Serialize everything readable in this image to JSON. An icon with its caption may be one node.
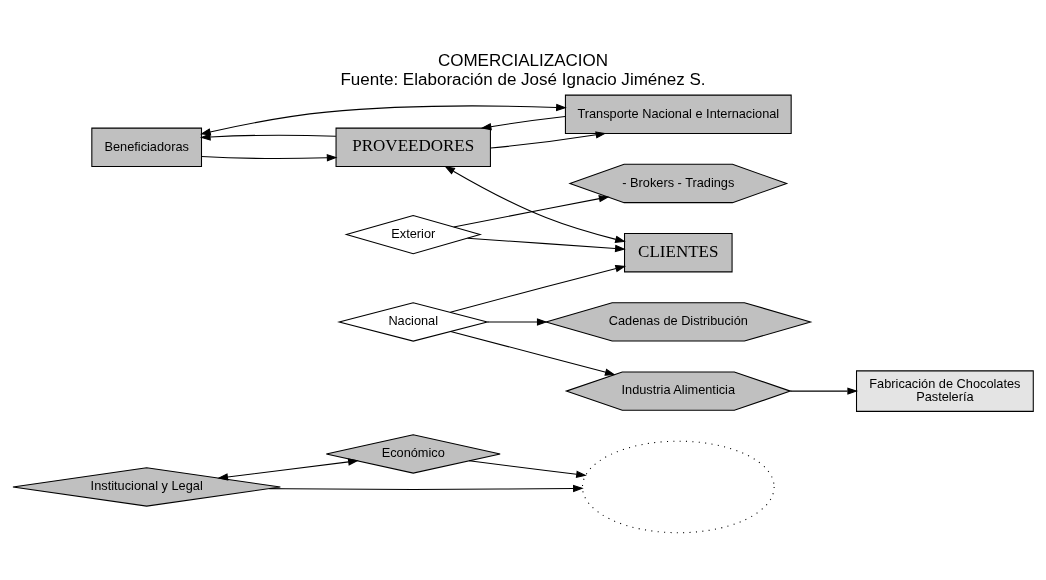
{
  "diagram": {
    "title": "COMERCIALIZACION",
    "caption": "Fuente: Elaboración de José Ignacio Jiménez S.",
    "nodes": [
      {
        "text": [
          "Institucional y Legal"
        ]
      },
      {
        "text": [
          "Económico"
        ]
      },
      {
        "text": [
          "Beneficiadoras"
        ]
      },
      {
        "text": [
          "PROVEEDORES"
        ]
      },
      {
        "text": [
          "CLIENTES"
        ]
      },
      {
        "text": [
          "Exterior"
        ]
      },
      {
        "text": [
          "- Brokers - Tradings"
        ]
      },
      {
        "text": [
          "Transporte Nacional e Internacional"
        ]
      },
      {
        "text": [
          "Nacional"
        ]
      },
      {
        "text": [
          "Industria Alimenticia"
        ]
      },
      {
        "text": [
          "Cadenas de Distribución"
        ]
      },
      {
        "text": [
          "Fabricación de Chocolates",
          "Pastelería"
        ]
      },
      {
        "text": [],
        "shape": "ellipse"
      }
    ],
    "edges": [
      {
        "from": 0,
        "to": 1,
        "arrow": "both"
      },
      {
        "from": 0,
        "to": 12,
        "arrow": "to"
      },
      {
        "from": 1,
        "to": 12,
        "arrow": "to"
      },
      {
        "from": 2,
        "to": 7,
        "arrow": "both"
      },
      {
        "from": 3,
        "to": 2,
        "arrow": "to"
      },
      {
        "from": 2,
        "to": 3,
        "arrow": "to"
      },
      {
        "from": 3,
        "to": 7,
        "arrow": "to"
      },
      {
        "from": 7,
        "to": 3,
        "arrow": "to"
      },
      {
        "from": 3,
        "to": 4,
        "arrow": "both"
      },
      {
        "from": 5,
        "to": 4,
        "arrow": "to"
      },
      {
        "from": 5,
        "to": 6,
        "arrow": "to"
      },
      {
        "from": 8,
        "to": 4,
        "arrow": "to"
      },
      {
        "from": 8,
        "to": 9,
        "arrow": "to"
      },
      {
        "from": 8,
        "to": 10,
        "arrow": "to"
      },
      {
        "from": 9,
        "to": 11,
        "arrow": "to"
      }
    ]
  }
}
